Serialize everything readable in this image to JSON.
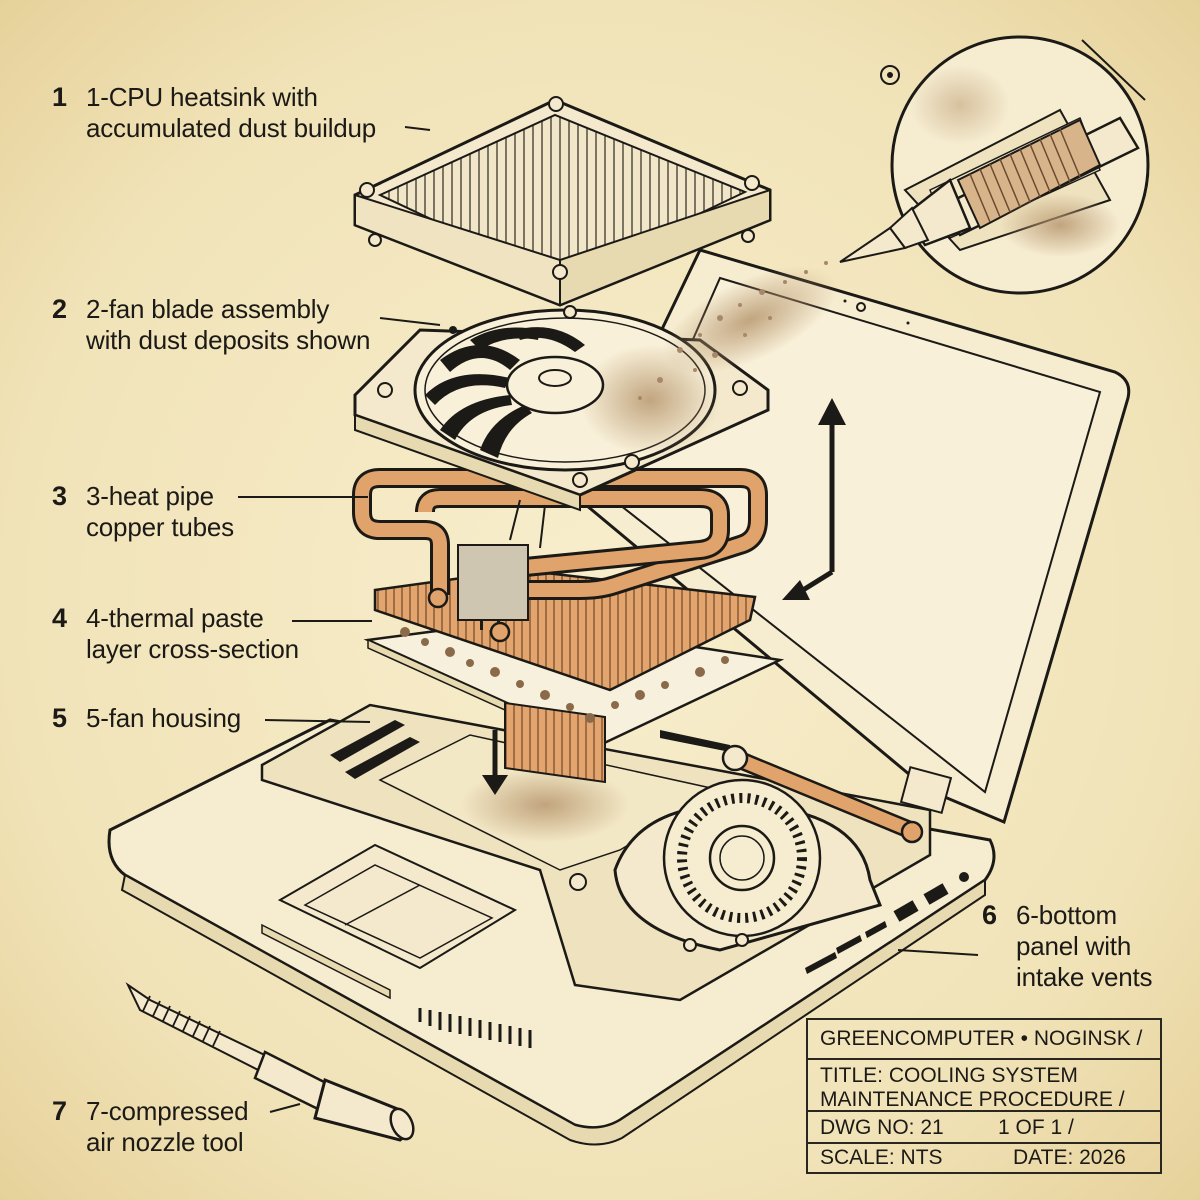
{
  "callouts": [
    {
      "num": "1",
      "lines": [
        "1-CPU heatsink with",
        "accumulated dust buildup"
      ]
    },
    {
      "num": "2",
      "lines": [
        "2-fan blade assembly",
        "with dust deposits shown"
      ]
    },
    {
      "num": "3",
      "lines": [
        "3-heat pipe",
        "copper tubes"
      ]
    },
    {
      "num": "4",
      "lines": [
        "4-thermal paste",
        "layer cross-section"
      ]
    },
    {
      "num": "5",
      "lines": [
        "5-fan housing"
      ]
    },
    {
      "num": "6",
      "lines": [
        "6-bottom",
        "panel with",
        "intake vents"
      ]
    },
    {
      "num": "7",
      "lines": [
        "7-compressed",
        "air nozzle tool"
      ]
    }
  ],
  "title_block": {
    "company": "GREENCOMPUTER • NOGINSK /",
    "title_line1": "TITLE: COOLING SYSTEM",
    "title_line2": "MAINTENANCE PROCEDURE /",
    "dwg_no": "DWG NO: 21",
    "sheet": "1 OF 1 /",
    "scale": "SCALE: NTS",
    "date": "DATE: 2026"
  },
  "colors": {
    "paper": "#f3e7c2",
    "ink": "#1c1a16",
    "copper": "#e0a36b",
    "dust": "#b89870"
  }
}
